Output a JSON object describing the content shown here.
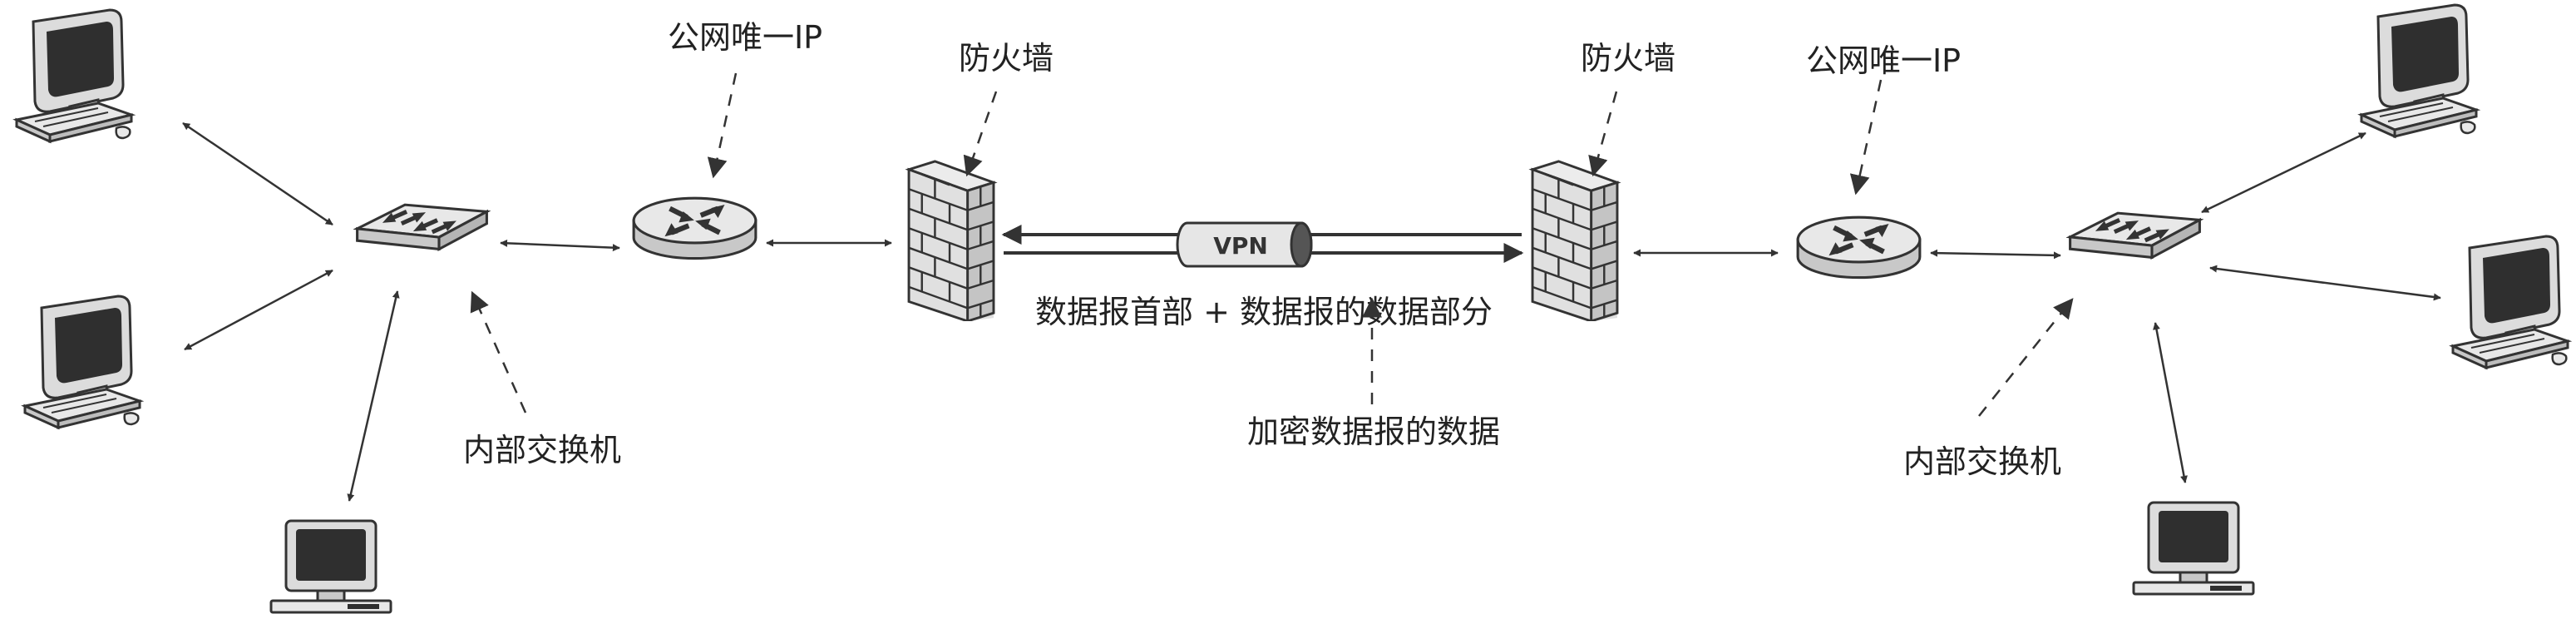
{
  "labels": {
    "public_ip_left": "公网唯一IP",
    "public_ip_right": "公网唯一IP",
    "firewall_left": "防火墙",
    "firewall_right": "防火墙",
    "switch_left": "内部交换机",
    "switch_right": "内部交换机",
    "tunnel_caption": "数据报首部 + 数据报的数据部分",
    "encrypt_caption": "加密数据报的数据",
    "vpn": "VPN"
  },
  "icons": {
    "computer": "computer-icon",
    "switch": "switch-icon",
    "router": "router-icon",
    "firewall": "firewall-icon"
  },
  "colors": {
    "device_top": "#e8e8e8",
    "device_side": "#c8c8c8",
    "screen": "#2f2f2f",
    "stroke": "#333333"
  }
}
